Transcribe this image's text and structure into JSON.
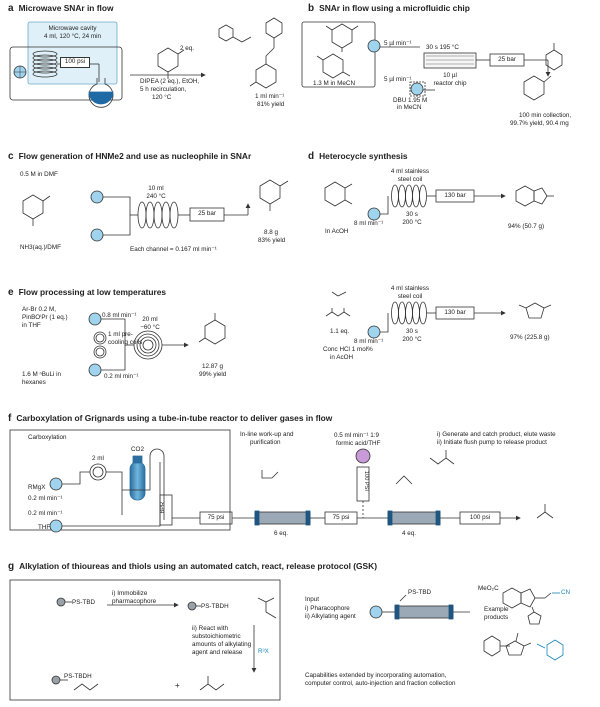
{
  "a": {
    "letter": "a",
    "title": "Microwave SNAr in flow",
    "cavity": "Microwave cavity",
    "conditions": "4 ml, 120 °C, 24 min",
    "pressure": "100 psi",
    "reagent": "2 eq.",
    "cond1": "DIPEA (2 eq.), EtOH,",
    "cond2": "5 h recirculation,",
    "cond3": "120 °C",
    "yield1": "1 ml min⁻¹",
    "yield2": "81% yield"
  },
  "b": {
    "letter": "b",
    "title": "SNAr in flow using a microfluidic chip",
    "conc": "1.3 M in MeCN",
    "flow1": "5 µl min⁻¹",
    "flow2": "5 µl min⁻¹",
    "dbu1": "DBU 1.95 M",
    "dbu2": "in MeCN",
    "chip_cond": "30 s 195 °C",
    "chip1": "10 µl",
    "chip2": "reactor chip",
    "pressure": "25 bar",
    "res1": "100 min collection,",
    "res2": "99.7% yield, 90.4 mg"
  },
  "c": {
    "letter": "c",
    "title": "Flow generation of HNMe2 and use as nucleophile in SNAr",
    "reagent1": "0.5 M in DMF",
    "reagent2": "NH3(aq.)/DMF",
    "coil1": "10 ml",
    "coil2": "240 °C",
    "pressure": "25 bar",
    "channel": "Each channel = 0.167 ml min⁻¹",
    "yield1": "8.8 g",
    "yield2": "83% yield"
  },
  "d": {
    "letter": "d",
    "title": "Heterocycle synthesis",
    "coil_a1": "4 ml stainless",
    "coil_a2": "steel coil",
    "flow_a": "8 ml min⁻¹",
    "solvent_a": "In AcOH",
    "time_a": "30 s",
    "temp_a": "200 °C",
    "pressure_a": "130 bar",
    "yield_a": "94% (50.7 g)",
    "coil_b1": "4 ml stainless",
    "coil_b2": "steel coil",
    "flow_b": "8 ml min⁻¹",
    "eq_b": "1.1 eq.",
    "acid1": "Conc HCl 1 mol%",
    "acid2": "in AcOH",
    "time_b": "30 s",
    "temp_b": "200 °C",
    "pressure_b": "130 bar",
    "yield_b": "97% (225.8 g)"
  },
  "e": {
    "letter": "e",
    "title": "Flow processing at low temperatures",
    "r1": "Ar-Br 0.2 M,",
    "r2": "PinBOⁱPr (1 eq.)",
    "r3": "in THF",
    "flow1": "0.8 ml min⁻¹",
    "pre1": "1 ml pre-",
    "pre2": "cooling coils",
    "coil1": "20 ml",
    "coil2": "−60 °C",
    "buli1": "1.6 M ⁿBuLi in",
    "buli2": "hexanes",
    "flow2": "0.2 ml min⁻¹",
    "yield1": "12.87 g",
    "yield2": "99% yield"
  },
  "f": {
    "letter": "f",
    "title": "Carboxylation of Grignards using a tube-in-tube reactor to deliver gases in flow",
    "section": "Carboxylation",
    "vol": "2 ml",
    "gas": "CO2",
    "rmgx": "RMgX",
    "flow1": "0.2 ml min⁻¹",
    "thf": "THF",
    "flow2": "0.2 ml min⁻¹",
    "bpr": "BPR",
    "psi1": "75 psi",
    "workup1": "In-line work-up and",
    "workup2": "purification",
    "eq1": "6 eq.",
    "psi2": "75 psi",
    "acid1": "0.5 ml min⁻¹ 1:9",
    "acid2": "formic acid/THF",
    "psi_v": "100 PSI",
    "eq2": "4 eq.",
    "psi3": "100 psi",
    "note1": "i) Generate and catch product, elute waste",
    "note2": "ii) Initiate flush pump to release product"
  },
  "g": {
    "letter": "g",
    "title": "Alkylation of thioureas and thiols using an automated catch, react, release protocol (GSK)",
    "ps1": "PS-TBD",
    "step1a": "i) Immobilize",
    "step1b": "pharmacophore",
    "ps2": "PS-TBDH",
    "step2a": "ii) React with",
    "step2b": "substoichiometric",
    "step2c": "amounts of alkylating",
    "step2d": "agent and release",
    "reagent": "R³X",
    "ps3": "PS-TBDH",
    "plus": "+",
    "input": "Input",
    "in1": "i) Pharacophore",
    "in2": "ii) Alkylating agent",
    "ps4": "PS-TBD",
    "example1": "Example",
    "example2": "products",
    "meo": "MeO₂C",
    "cn": "CN",
    "cap1": "Capabilities extended by incorporating automation,",
    "cap2": "computer control, auto-injection and fraction collection"
  }
}
